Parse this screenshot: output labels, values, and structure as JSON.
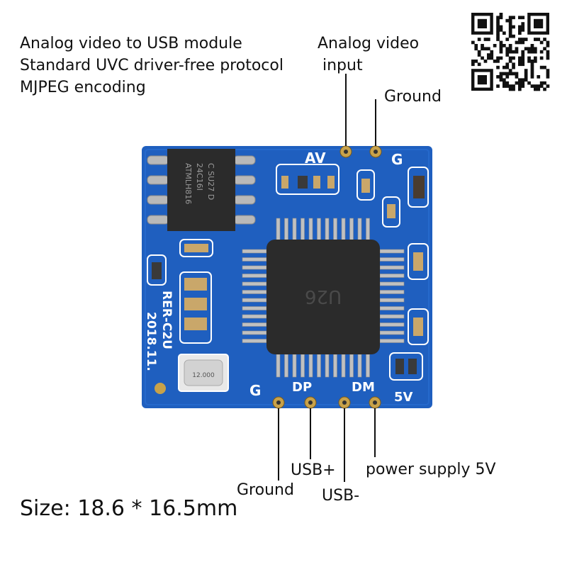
{
  "description": [
    "Analog video to USB module",
    "Standard UVC driver-free protocol",
    "MJPEG encoding"
  ],
  "callouts": {
    "av_input_line1": "Analog video",
    "av_input_line2": "input",
    "top_ground": "Ground",
    "bottom_ground": "Ground",
    "usb_plus": "USB+",
    "usb_minus": "USB-",
    "power": "power supply 5V"
  },
  "board": {
    "silkscreen": {
      "av": "AV",
      "g_top": "G",
      "g_bottom": "G",
      "dp": "DP",
      "dm": "DM",
      "v5": "5V",
      "model": "RER-C2U",
      "date": "2018.11."
    },
    "chips": {
      "main_ic_marking": "U26",
      "eeprom_line1": "ATMLH816",
      "eeprom_line2": "24C16I",
      "eeprom_line3": "C SU27 D",
      "crystal_line1": "12.000"
    },
    "colors": {
      "pcb": "#1f5fbf",
      "pcb_dark": "#1a4ea6",
      "gold": "#c8a24a",
      "ic": "#2b2b2b"
    }
  },
  "size_label": "Size: 18.6 * 16.5mm",
  "qr_code": "qr-code"
}
